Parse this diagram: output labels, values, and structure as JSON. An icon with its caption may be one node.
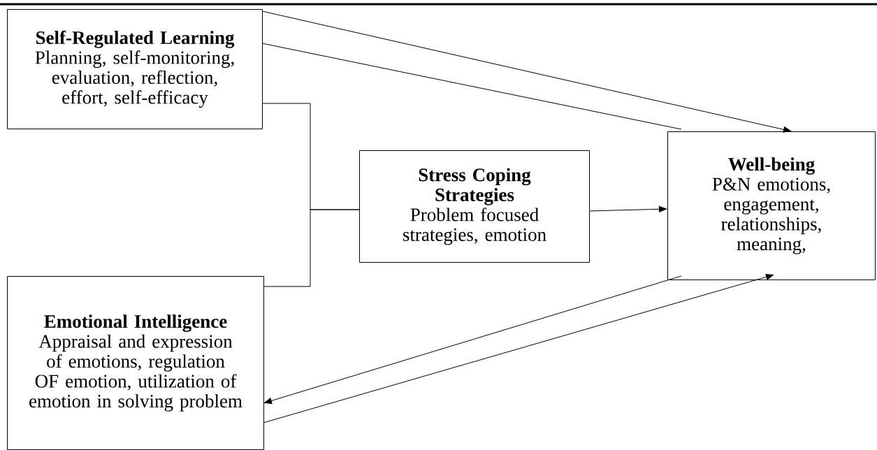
{
  "diagram": {
    "nodes": [
      {
        "text": [
          "Self-Regulated Learning",
          "Planning, self-monitoring, evaluation, reflection, effort, self-efficacy"
        ]
      },
      {
        "text": [
          "Stress Coping Strategies",
          "Problem focused strategies, emotion"
        ]
      },
      {
        "text": [
          "Well-being",
          "P&N emotions, engagement, relationships, meaning,"
        ]
      },
      {
        "text": [
          "Emotional Intelligence",
          "Appraisal and expression of emotions, regulation OF emotion, utilization of emotion in solving problem"
        ]
      }
    ],
    "edges": [
      {
        "from": 0,
        "to": 2,
        "arrow": "to"
      },
      {
        "from": 2,
        "to": 0,
        "arrow": "none"
      },
      {
        "from": 0,
        "to": 1,
        "arrow": "none"
      },
      {
        "from": 3,
        "to": 1,
        "arrow": "none"
      },
      {
        "from": 1,
        "to": 2,
        "arrow": "to"
      },
      {
        "from": 2,
        "to": 3,
        "arrow": "to"
      },
      {
        "from": 3,
        "to": 2,
        "arrow": "to"
      }
    ]
  }
}
